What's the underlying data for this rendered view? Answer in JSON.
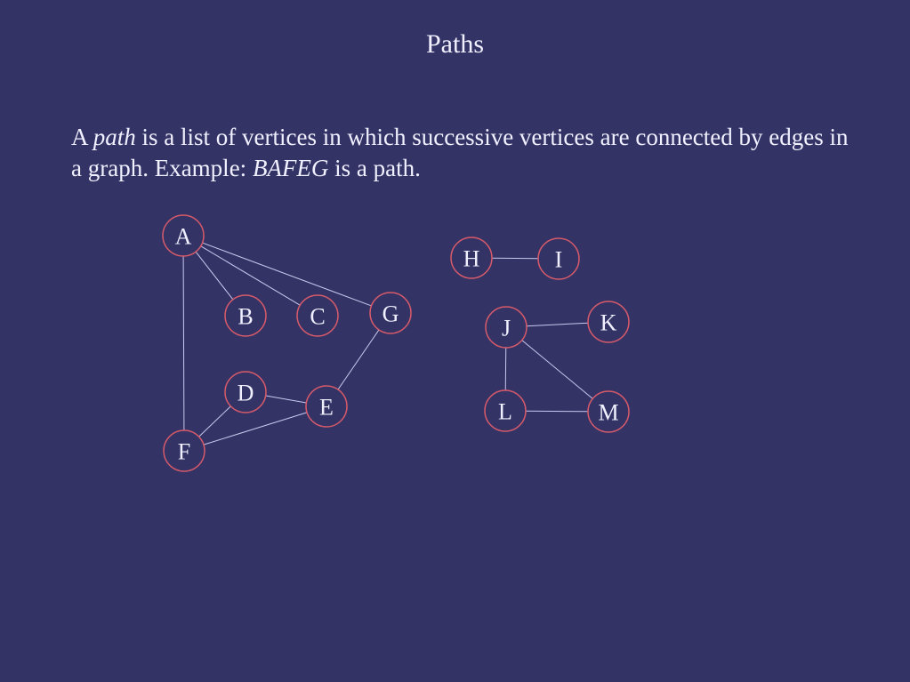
{
  "slide": {
    "title": "Paths",
    "body": {
      "p1": "A ",
      "em1": "path",
      "p2": " is a list of vertices in which successive vertices are connected by edges in a graph. Example: ",
      "em2": "BAFEG",
      "p3": " is a path."
    }
  },
  "graph": {
    "colors": {
      "background": "#343366",
      "node_stroke": "#d45a6a",
      "edge": "#c8c8ee",
      "text": "#f0f0ff"
    },
    "nodes": [
      "A",
      "B",
      "C",
      "D",
      "E",
      "F",
      "G",
      "H",
      "I",
      "J",
      "K",
      "L",
      "M"
    ],
    "edges": [
      [
        "A",
        "B"
      ],
      [
        "A",
        "C"
      ],
      [
        "A",
        "G"
      ],
      [
        "A",
        "F"
      ],
      [
        "G",
        "E"
      ],
      [
        "D",
        "E"
      ],
      [
        "D",
        "F"
      ],
      [
        "F",
        "E"
      ],
      [
        "H",
        "I"
      ],
      [
        "J",
        "K"
      ],
      [
        "J",
        "L"
      ],
      [
        "J",
        "M"
      ],
      [
        "L",
        "M"
      ]
    ]
  }
}
